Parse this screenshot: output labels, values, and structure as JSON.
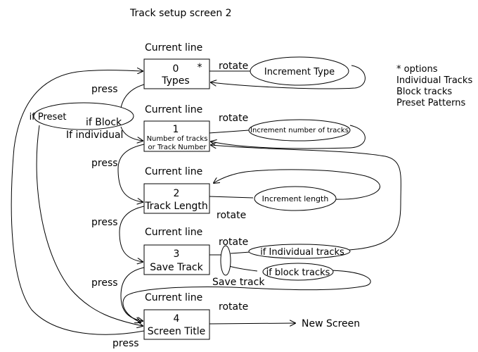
{
  "title": "Track setup screen 2",
  "options_note": {
    "heading": "* options",
    "items": [
      "Individual Tracks",
      "Block tracks",
      "Preset Patterns"
    ]
  },
  "boxes": [
    {
      "number": "0",
      "label": "Types",
      "star": "*"
    },
    {
      "number": "1",
      "label_line1": "Number of tracks",
      "label_line2": "or Track Number"
    },
    {
      "number": "2",
      "label": "Track Length"
    },
    {
      "number": "3",
      "label": "Save Track"
    },
    {
      "number": "4",
      "label": "Screen Title"
    }
  ],
  "current_line_label": "Current line",
  "rotate_label": "rotate",
  "press_label": "press",
  "ellipses": {
    "increment_type": "Increment Type",
    "increment_number": "Increment number of tracks",
    "increment_length": "Increment length",
    "if_individual_tracks": "if Individual tracks",
    "if_block_tracks": "if block tracks",
    "if_preset": "if Preset"
  },
  "branch_labels": {
    "if_block": "if Block",
    "if_individual": "If individual",
    "save_track": "Save track",
    "new_screen": "New Screen"
  }
}
